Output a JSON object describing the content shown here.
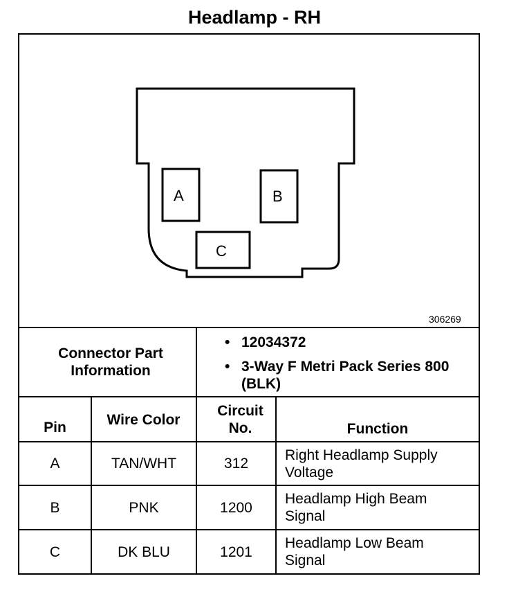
{
  "title": "Headlamp - RH",
  "figure_number": "306269",
  "diagram": {
    "pins": [
      "A",
      "B",
      "C"
    ]
  },
  "connector_info": {
    "label": "Connector Part Information",
    "bullets": [
      "12034372",
      "3-Way F Metri Pack Series 800 (BLK)"
    ]
  },
  "table": {
    "headers": {
      "pin": "Pin",
      "wire_color": "Wire Color",
      "circuit": "Circuit No.",
      "function": "Function"
    },
    "rows": [
      {
        "pin": "A",
        "wire_color": "TAN/WHT",
        "circuit": "312",
        "function": "Right Headlamp Supply Voltage"
      },
      {
        "pin": "B",
        "wire_color": "PNK",
        "circuit": "1200",
        "function": "Headlamp High Beam Signal"
      },
      {
        "pin": "C",
        "wire_color": "DK BLU",
        "circuit": "1201",
        "function": "Headlamp Low Beam Signal"
      }
    ]
  }
}
